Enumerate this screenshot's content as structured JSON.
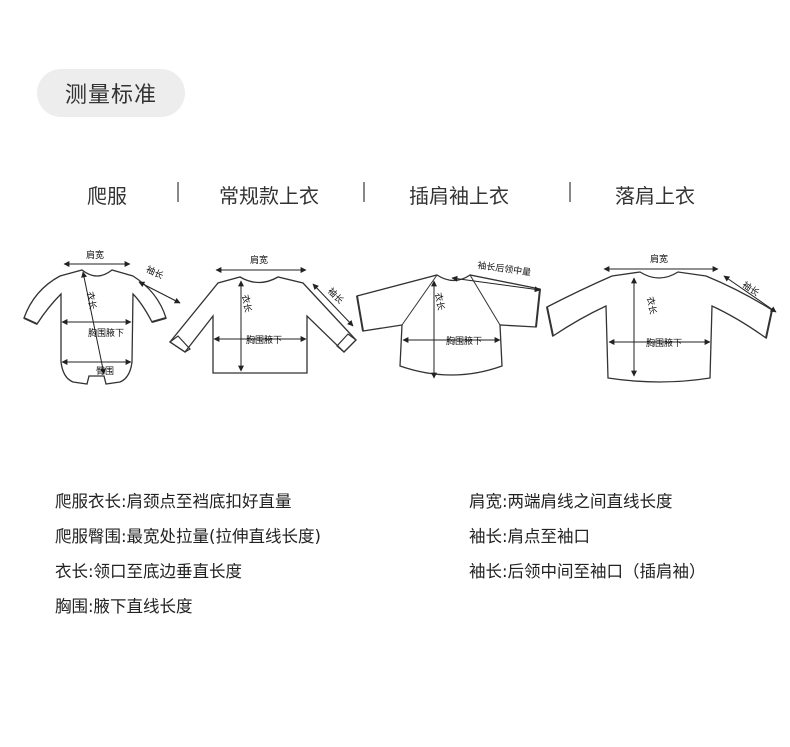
{
  "title": "测量标准",
  "categories": [
    "爬服",
    "常规款上衣",
    "插肩袖上衣",
    "落肩上衣"
  ],
  "diagram_labels": {
    "romper": {
      "shoulder": "肩宽",
      "sleeve": "袖长",
      "length": "衣长",
      "chest": "胸围腋下",
      "hip": "臀围"
    },
    "regular": {
      "shoulder": "肩宽",
      "sleeve": "袖长",
      "length": "衣长",
      "chest": "胸围腋下"
    },
    "raglan": {
      "sleeve": "袖长后领中量",
      "length": "衣长",
      "chest": "胸围腋下"
    },
    "drop": {
      "shoulder": "肩宽",
      "sleeve": "袖长",
      "length": "衣长",
      "chest": "胸围腋下"
    }
  },
  "definitions_left": [
    "爬服衣长:肩颈点至裆底扣好直量",
    "爬服臀围:最宽处拉量(拉伸直线长度)",
    "衣长:领口至底边垂直长度",
    "胸围:腋下直线长度"
  ],
  "definitions_right": [
    "肩宽:两端肩线之间直线长度",
    "袖长:肩点至袖口",
    "袖长:后领中间至袖口（插肩袖）"
  ]
}
